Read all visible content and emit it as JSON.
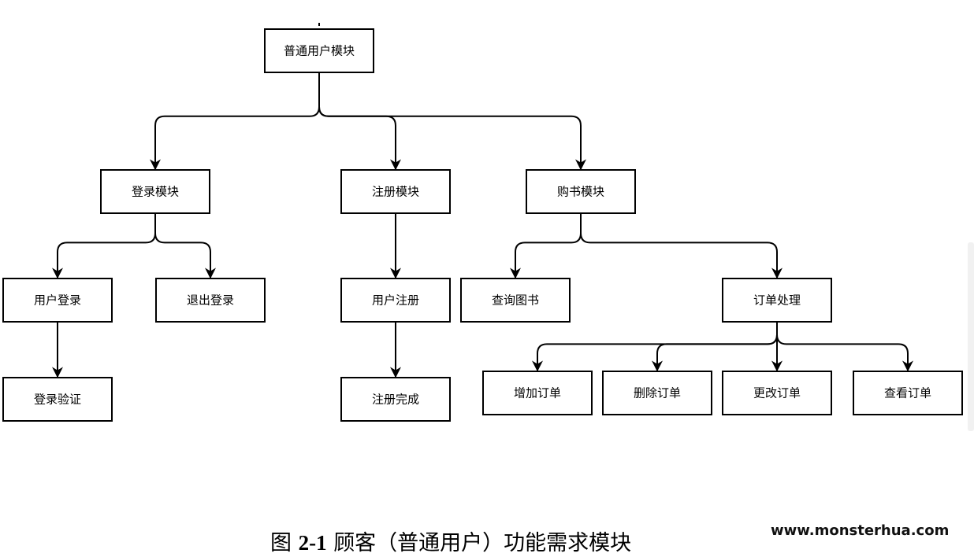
{
  "diagram": {
    "nodes": [
      {
        "id": "root",
        "label": "普通用户模块"
      },
      {
        "id": "login",
        "label": "登录模块"
      },
      {
        "id": "register",
        "label": "注册模块"
      },
      {
        "id": "purchase",
        "label": "购书模块"
      },
      {
        "id": "user_login",
        "label": "用户登录"
      },
      {
        "id": "logout",
        "label": "退出登录"
      },
      {
        "id": "login_verify",
        "label": "登录验证"
      },
      {
        "id": "user_register",
        "label": "用户注册"
      },
      {
        "id": "register_done",
        "label": "注册完成"
      },
      {
        "id": "search_books",
        "label": "查询图书"
      },
      {
        "id": "order_process",
        "label": "订单处理"
      },
      {
        "id": "add_order",
        "label": "增加订单"
      },
      {
        "id": "delete_order",
        "label": "删除订单"
      },
      {
        "id": "modify_order",
        "label": "更改订单"
      },
      {
        "id": "view_order",
        "label": "查看订单"
      }
    ],
    "edges": [
      {
        "from": "root",
        "to": "login"
      },
      {
        "from": "root",
        "to": "register"
      },
      {
        "from": "root",
        "to": "purchase"
      },
      {
        "from": "login",
        "to": "user_login"
      },
      {
        "from": "login",
        "to": "logout"
      },
      {
        "from": "user_login",
        "to": "login_verify"
      },
      {
        "from": "register",
        "to": "user_register"
      },
      {
        "from": "user_register",
        "to": "register_done"
      },
      {
        "from": "purchase",
        "to": "search_books"
      },
      {
        "from": "purchase",
        "to": "order_process"
      },
      {
        "from": "order_process",
        "to": "add_order"
      },
      {
        "from": "order_process",
        "to": "delete_order"
      },
      {
        "from": "order_process",
        "to": "modify_order"
      },
      {
        "from": "order_process",
        "to": "view_order"
      }
    ]
  },
  "caption": {
    "prefix": "图",
    "number": "2-1",
    "text": "顾客（普通用户）功能需求模块"
  },
  "watermark": "www.monsterhua.com",
  "colors": {
    "stroke": "#000000",
    "fill": "#ffffff"
  }
}
